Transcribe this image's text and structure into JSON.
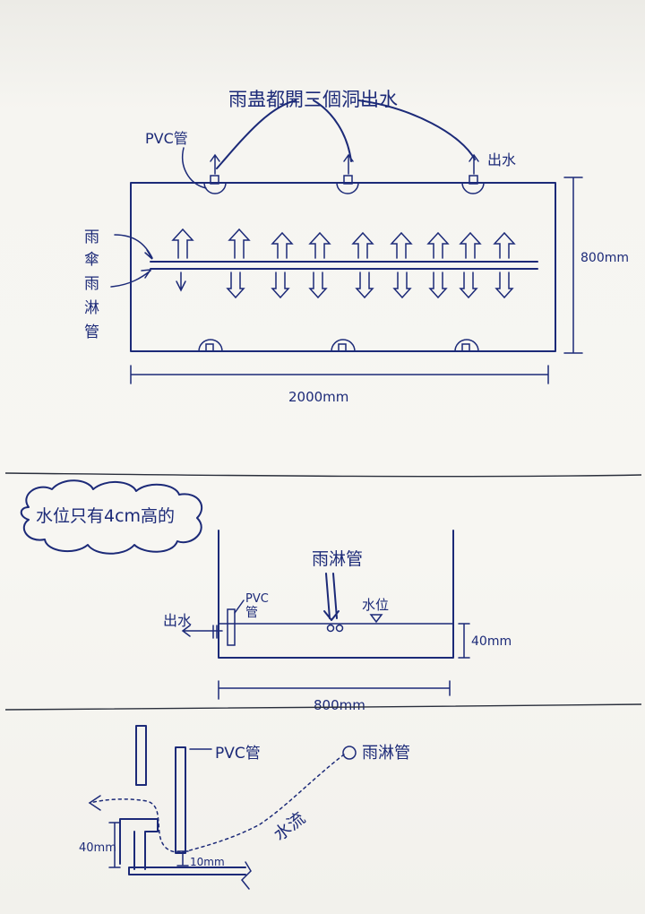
{
  "top_view": {
    "title": "雨蛊都開三個洞出水",
    "pvc_label": "PVC管",
    "outlet_label": "出水",
    "pipe_label": "雨\n傘\n雨\n淋\n管",
    "width_label": "2000mm",
    "height_label": "800mm"
  },
  "side_view": {
    "note": "水位只有4cm高的",
    "pipe_label": "雨淋管",
    "pvc_label": "PVC\n管",
    "outlet_label": "出水",
    "water_label": "水位",
    "water_height": "40mm",
    "width_label": "800mm"
  },
  "detail_view": {
    "pvc_label": "PVC管",
    "pipe_label": "雨淋管",
    "flow_label": "水流",
    "height_label": "40mm",
    "gap_label": "10mm"
  },
  "colors": {
    "ink": "#1c2a78",
    "paper": "#f6f5f1"
  }
}
